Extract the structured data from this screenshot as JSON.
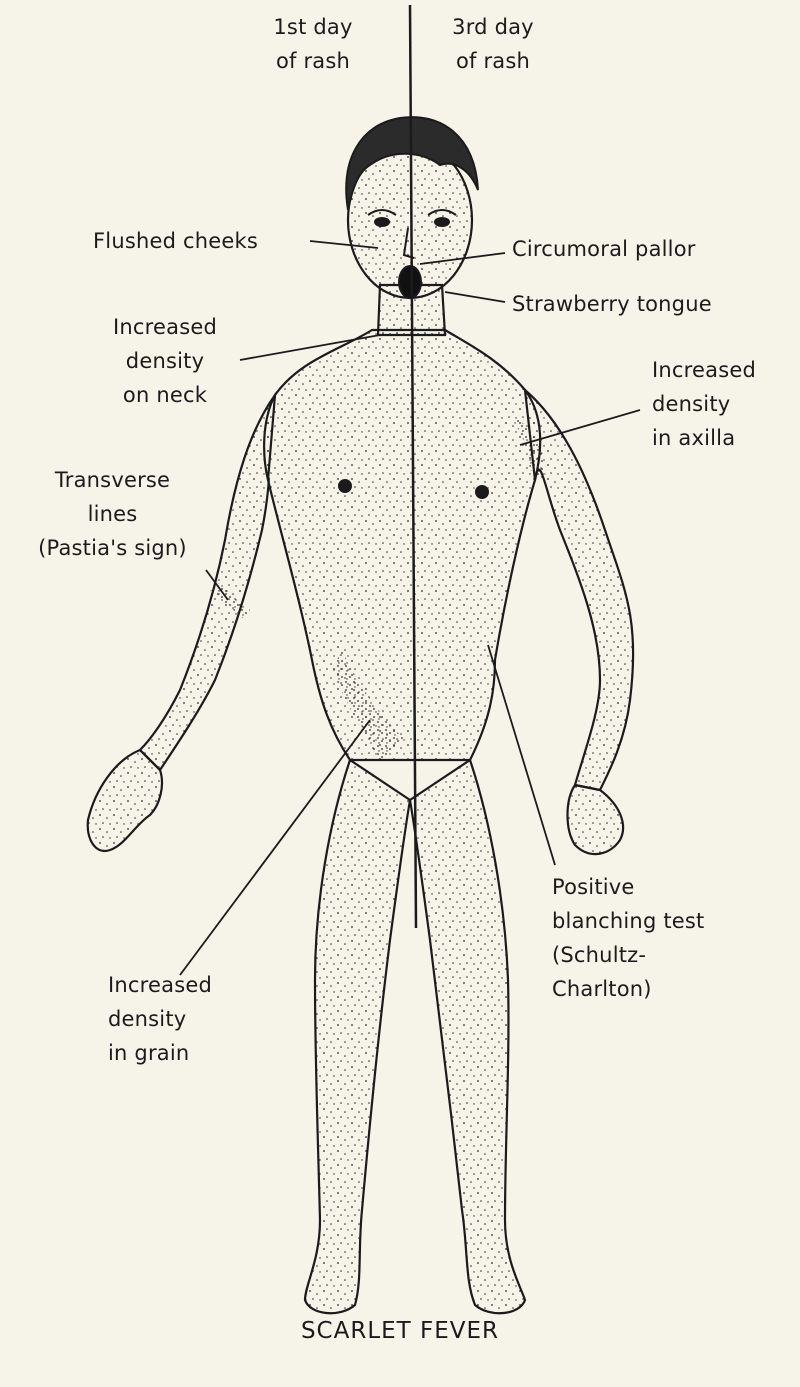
{
  "header": {
    "left": "1st day\nof rash",
    "right": "3rd day\nof rash"
  },
  "labels": {
    "flushed_cheeks": "Flushed cheeks",
    "circumoral_pallor": "Circumoral pallor",
    "strawberry_tongue": "Strawberry tongue",
    "neck_density": "Increased\ndensity\non neck",
    "axilla_density": "Increased\ndensity\nin axilla",
    "pastias_sign": "Transverse\nlines\n(Pastia's sign)",
    "blanching_test": "Positive\nblanching test\n(Schultz-\nCharlton)",
    "grain_density": "Increased\ndensity\nin grain"
  },
  "title": "SCARLET FEVER",
  "colors": {
    "paper": "#f6f3e8",
    "ink": "#1b1b1b",
    "skin_stipple": "#2a2a2a"
  }
}
